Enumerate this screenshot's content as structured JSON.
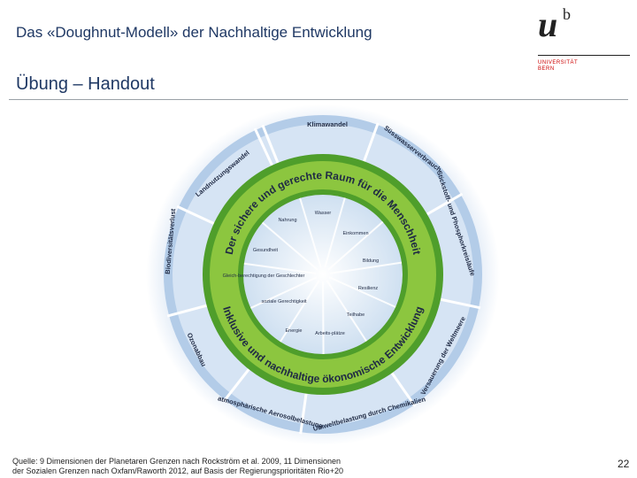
{
  "header": {
    "title": "Das «Doughnut-Modell» der Nachhaltige Entwicklung",
    "subtitle": "Übung – Handout"
  },
  "logo": {
    "mark_u": "u",
    "mark_b": "b",
    "line1": "UNIVERSITÄT",
    "line2": "BERN"
  },
  "diagram": {
    "outer_dimensions": [
      "Klimawandel",
      "Süsswasserverbrauch",
      "Stickstoff- und Phosphorkreisläufe",
      "Versauerung der Weltmeere",
      "Umweltbelastung durch Chemikalien",
      "atmosphärische Aerosolbelastung",
      "Ozonabbau",
      "Biodiversitätsverlust",
      "Landnutzungswandel"
    ],
    "ring_top_text": "Der sichere und gerechte Raum für die Menschheit",
    "ring_bottom_text": "Inklusive und nachhaltige ökonomische Entwicklung",
    "inner_dimensions": [
      "Wasser",
      "Einkommen",
      "Bildung",
      "Resilienz",
      "Teilhabe",
      "Arbeits-plätze",
      "Energie",
      "soziale Gerechtigkeit",
      "Gleich-berechtigung der Geschlechter",
      "Gesundheit",
      "Nahrung"
    ],
    "colors": {
      "outer_bg": "#c7d9ef",
      "outer_ring_light": "#a7c3e3",
      "green_dark": "#54a22c",
      "green_light": "#8cc63f",
      "inner_bg": "#dce9f5",
      "text_dark": "#1f2a44"
    }
  },
  "footer": {
    "source_line1": "Quelle: 9 Dimensionen der Planetaren Grenzen nach Rockström et al. 2009, 11 Dimensionen",
    "source_line2": "der Sozialen Grenzen nach Oxfam/Raworth 2012, auf Basis der Regierungsprioritäten Rio+20",
    "page_number": "22"
  }
}
